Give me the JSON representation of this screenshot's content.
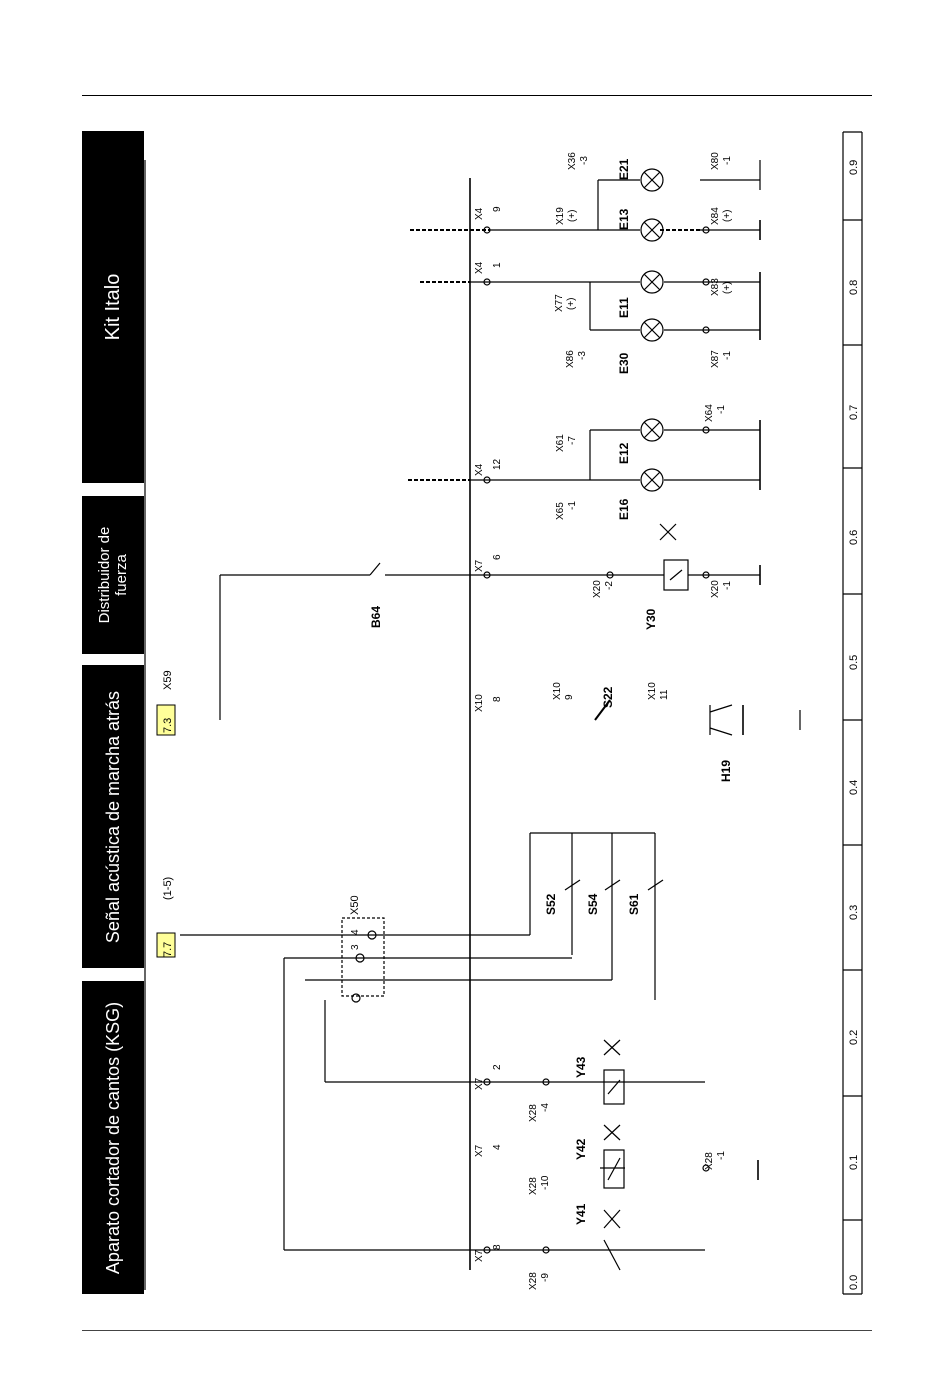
{
  "headers": {
    "kit": "Kit Italo",
    "distribuidor": "Distribuidor de fuerza",
    "senal": "Señal acústica de marcha atrás",
    "aparato": "Aparato cortador de cantos (KSG)"
  },
  "components": {
    "y41": "Y41",
    "y42": "Y42",
    "y43": "Y43",
    "s52": "S52",
    "s54": "S54",
    "s61": "S61",
    "s22": "S22",
    "h19": "H19",
    "b64": "B64",
    "y30": "Y30",
    "e16": "E16",
    "e12": "E12",
    "e30": "E30",
    "e11": "E11",
    "e13": "E13",
    "e21": "E21",
    "x50": "X50",
    "x59": "X59"
  },
  "refs": {
    "r1": "7.7",
    "r1b": "(1-5)",
    "r2": "7.3"
  },
  "connectors": [
    "X7",
    "8",
    "X28",
    "-9",
    "X7",
    "4",
    "X28",
    "-10",
    "X7",
    "2",
    "X28",
    "-4",
    "X28",
    "-1",
    "X10",
    "8",
    "X10",
    "9",
    "X10",
    "11",
    "X7",
    "6",
    "X20",
    "-2",
    "X20",
    "-1",
    "X4",
    "12",
    "X65",
    "-1",
    "X61",
    "-7",
    "X64",
    "-1",
    "X4",
    "1",
    "X86",
    "-3",
    "X87",
    "-1",
    "X77",
    "(+)",
    "X83",
    "(+)",
    "X4",
    "9",
    "X19",
    "(+)",
    "X84",
    "(+)",
    "X36",
    "-3",
    "X80",
    "-1",
    "3",
    "4"
  ],
  "scale": [
    "0.0",
    "0.1",
    "0.2",
    "0.3",
    "0.4",
    "0.5",
    "0.6",
    "0.7",
    "0.8",
    "0.9"
  ]
}
